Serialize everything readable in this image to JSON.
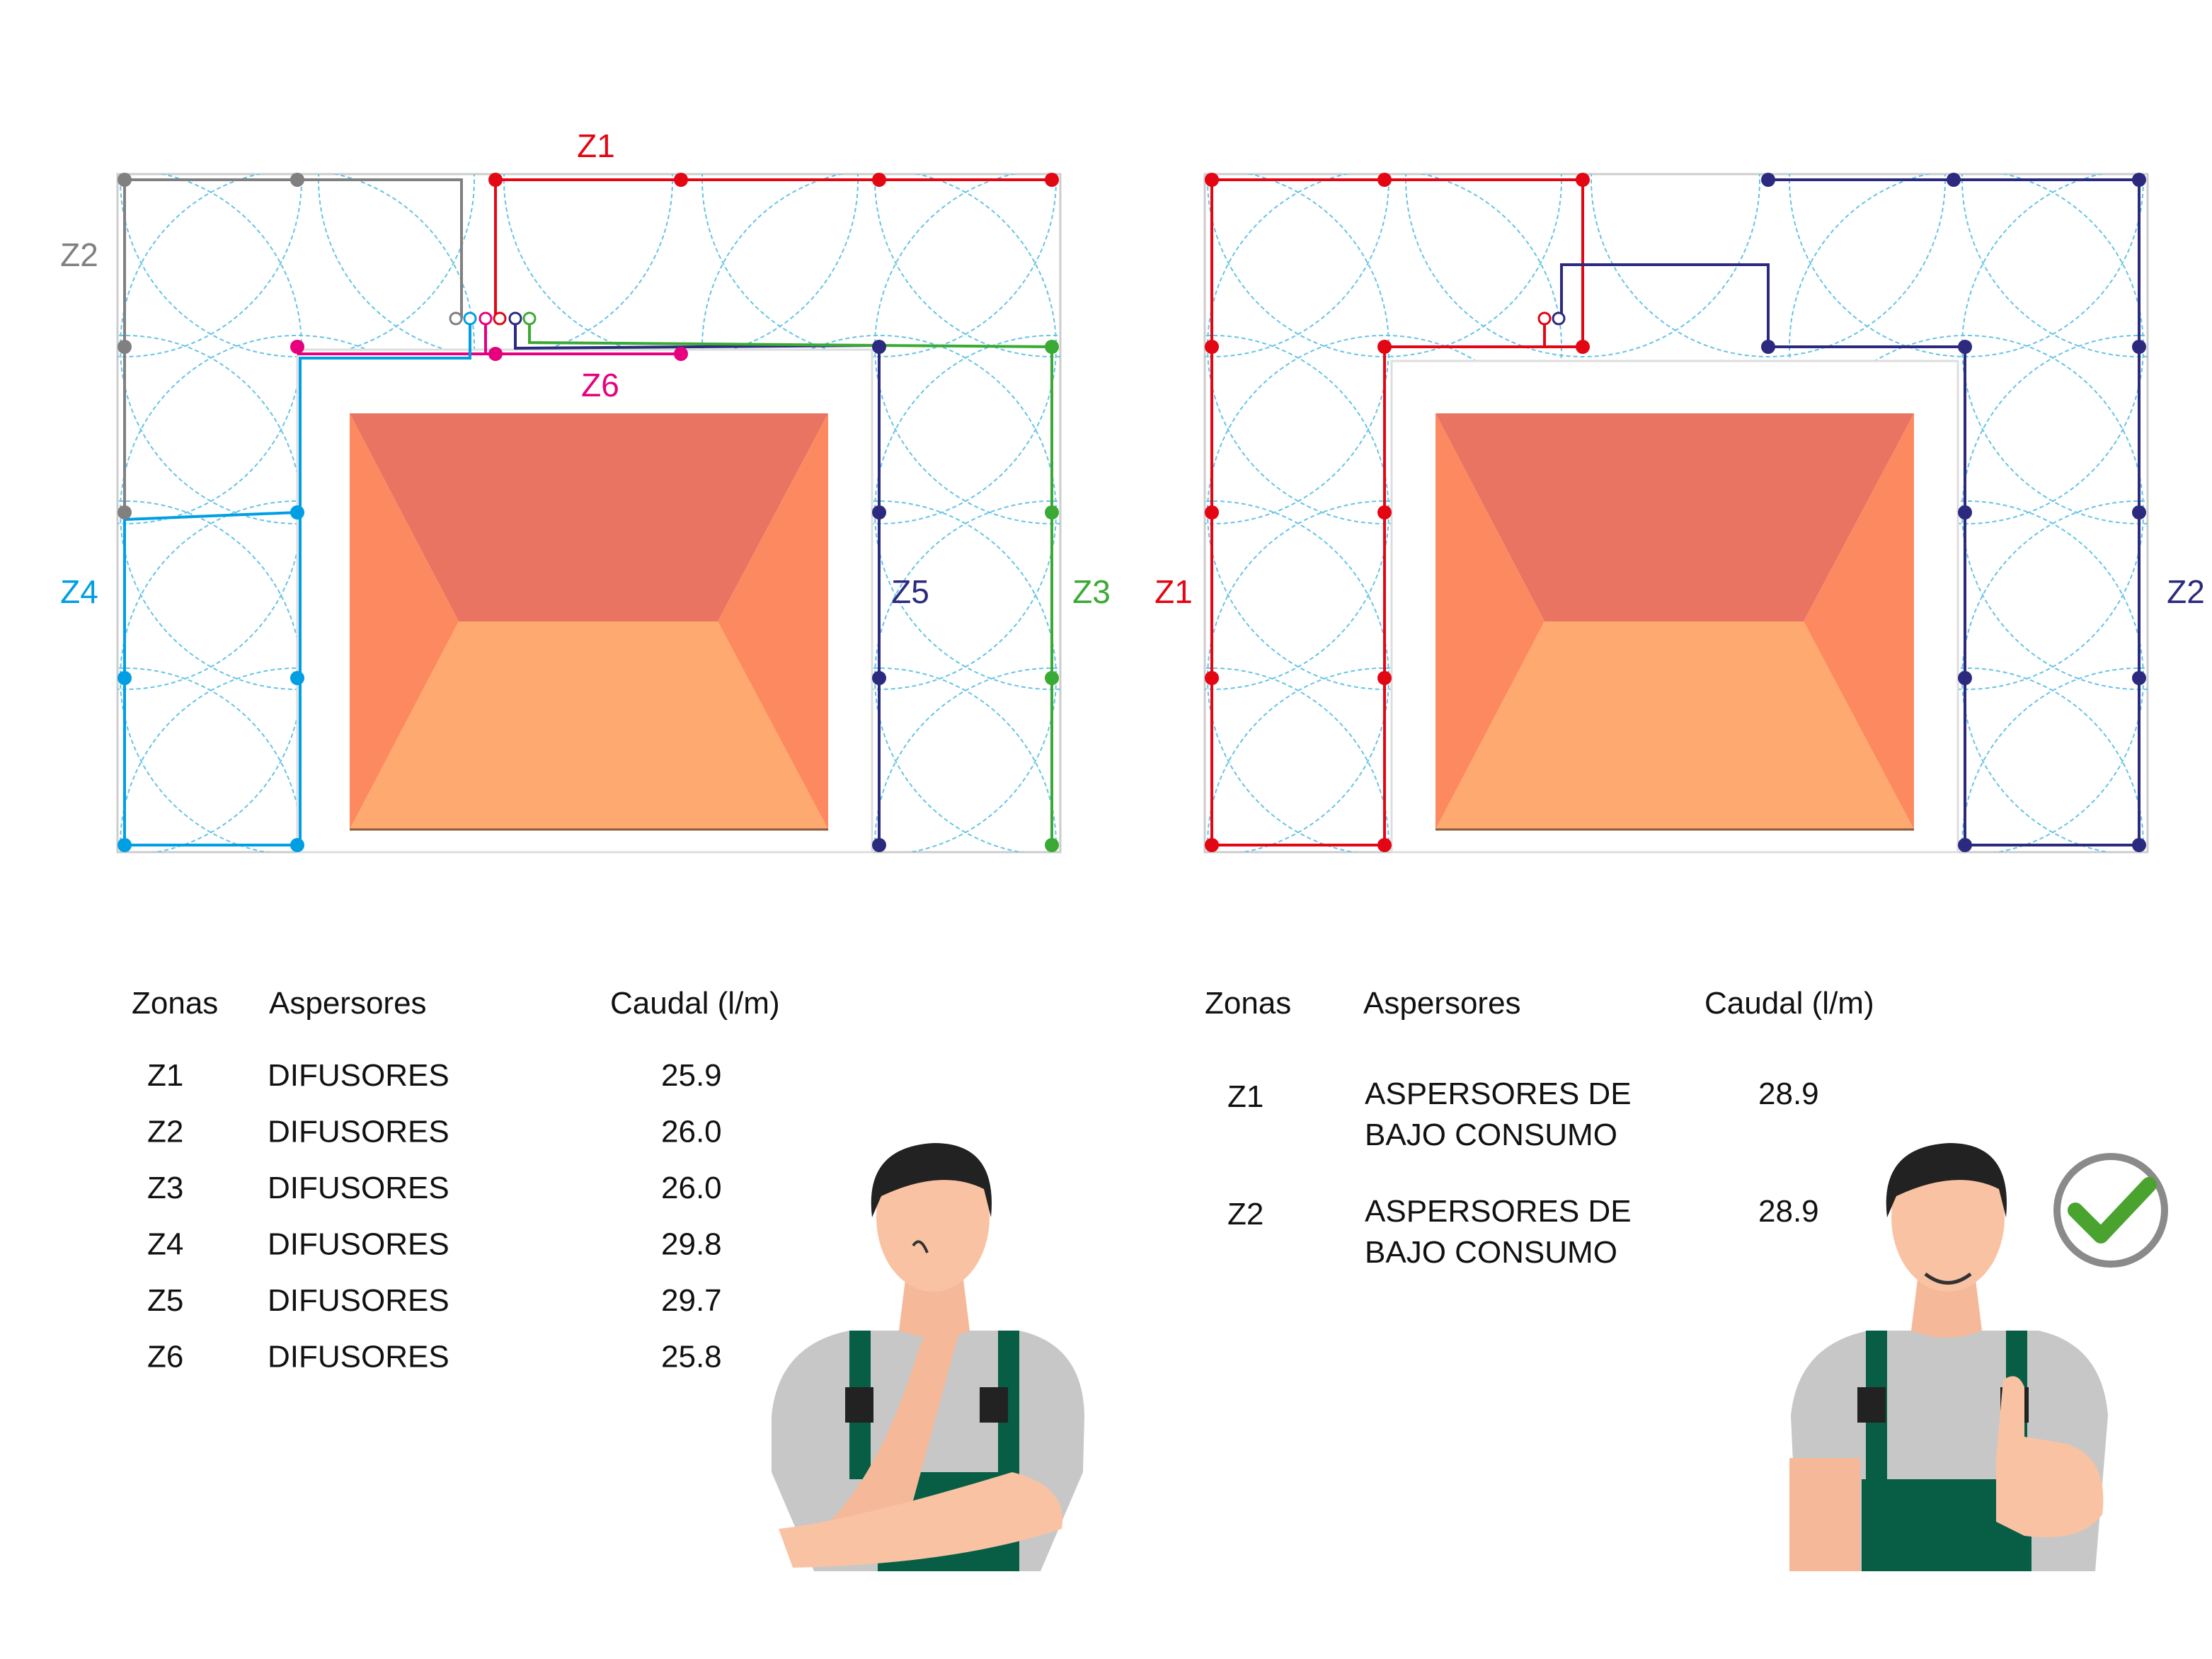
{
  "colors": {
    "z1": "#e30613",
    "z2": "#808080",
    "z3": "#3aaa35",
    "z4": "#009fe3",
    "z5": "#2b2a7f",
    "z6": "#e6007e",
    "coverage": "#66c4e6",
    "roof_top": "#e87461",
    "roof_side": "#fd8960",
    "roof_bottom": "#fda96f",
    "check": "#4aa32e"
  },
  "plan_left": {
    "labels": {
      "z1": "Z1",
      "z2": "Z2",
      "z3": "Z3",
      "z4": "Z4",
      "z5": "Z5",
      "z6": "Z6"
    }
  },
  "plan_right": {
    "labels": {
      "z1": "Z1",
      "z2": "Z2"
    }
  },
  "table_left": {
    "headers": {
      "zone": "Zonas",
      "type": "Aspersores",
      "flow": "Caudal (l/m)"
    },
    "rows": [
      {
        "zone": "Z1",
        "type": "DIFUSORES",
        "flow": "25.9"
      },
      {
        "zone": "Z2",
        "type": "DIFUSORES",
        "flow": "26.0"
      },
      {
        "zone": "Z3",
        "type": "DIFUSORES",
        "flow": "26.0"
      },
      {
        "zone": "Z4",
        "type": "DIFUSORES",
        "flow": "29.8"
      },
      {
        "zone": "Z5",
        "type": "DIFUSORES",
        "flow": "29.7"
      },
      {
        "zone": "Z6",
        "type": "DIFUSORES",
        "flow": "25.8"
      }
    ]
  },
  "table_right": {
    "headers": {
      "zone": "Zonas",
      "type": "Aspersores",
      "flow": "Caudal (l/m)"
    },
    "rows": [
      {
        "zone": "Z1",
        "type_line1": "ASPERSORES DE",
        "type_line2": "BAJO CONSUMO",
        "flow": "28.9"
      },
      {
        "zone": "Z2",
        "type_line1": "ASPERSORES DE",
        "type_line2": "BAJO CONSUMO",
        "flow": "28.9"
      }
    ]
  },
  "icons": {
    "worker_left": "thinking-worker",
    "worker_right": "thumbs-up-worker",
    "check": "check-circle-icon"
  }
}
